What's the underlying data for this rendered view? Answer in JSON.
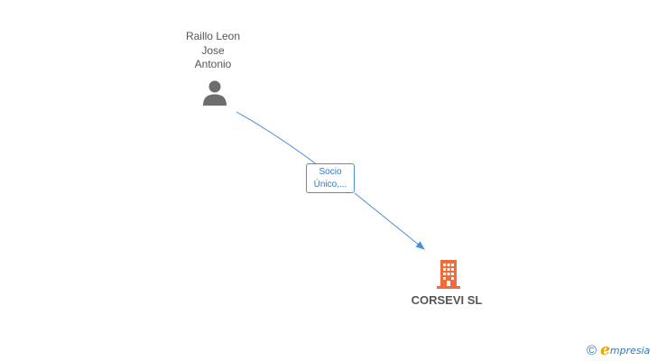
{
  "person": {
    "name_lines": [
      "Raillo Leon",
      "Jose",
      "Antonio"
    ],
    "icon": "person-icon",
    "color": "#6d6d6d"
  },
  "relation": {
    "label_lines": [
      "Socio",
      "Único,..."
    ],
    "color": "#4a90d9"
  },
  "company": {
    "name": "CORSEVI SL",
    "icon": "building-icon",
    "color": "#f26b3a"
  },
  "brand": {
    "copyright_symbol": "©",
    "logo_initial": "e",
    "logo_rest": "mpresia",
    "initial_color": "#f0a000",
    "text_color": "#2f79b9"
  }
}
